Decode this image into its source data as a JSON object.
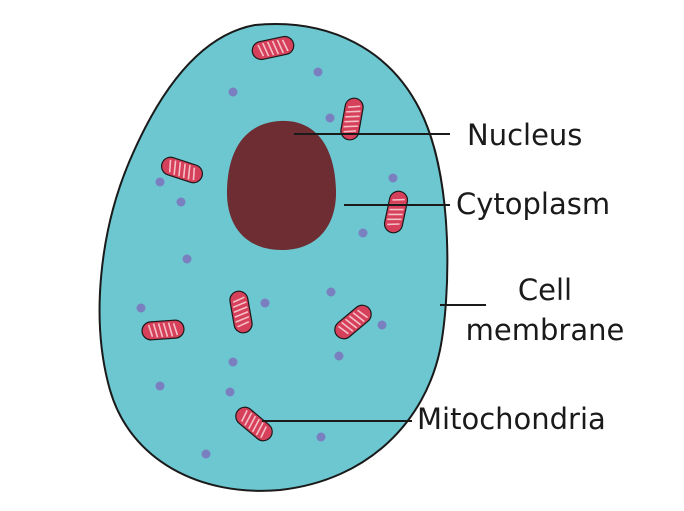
{
  "diagram": {
    "colors": {
      "cytoplasm": "#6cc7d1",
      "outline": "#1a1a1a",
      "nucleus": "#6d2d33",
      "mitochondria_fill": "#d6405a",
      "mitochondria_folds": "#f4c0c8",
      "granules": "#7a7fc0"
    },
    "labels": {
      "nucleus": "Nucleus",
      "cytoplasm": "Cytoplasm",
      "cell_membrane_line1": "Cell",
      "cell_membrane_line2": "membrane",
      "mitochondria": "Mitochondria"
    }
  }
}
